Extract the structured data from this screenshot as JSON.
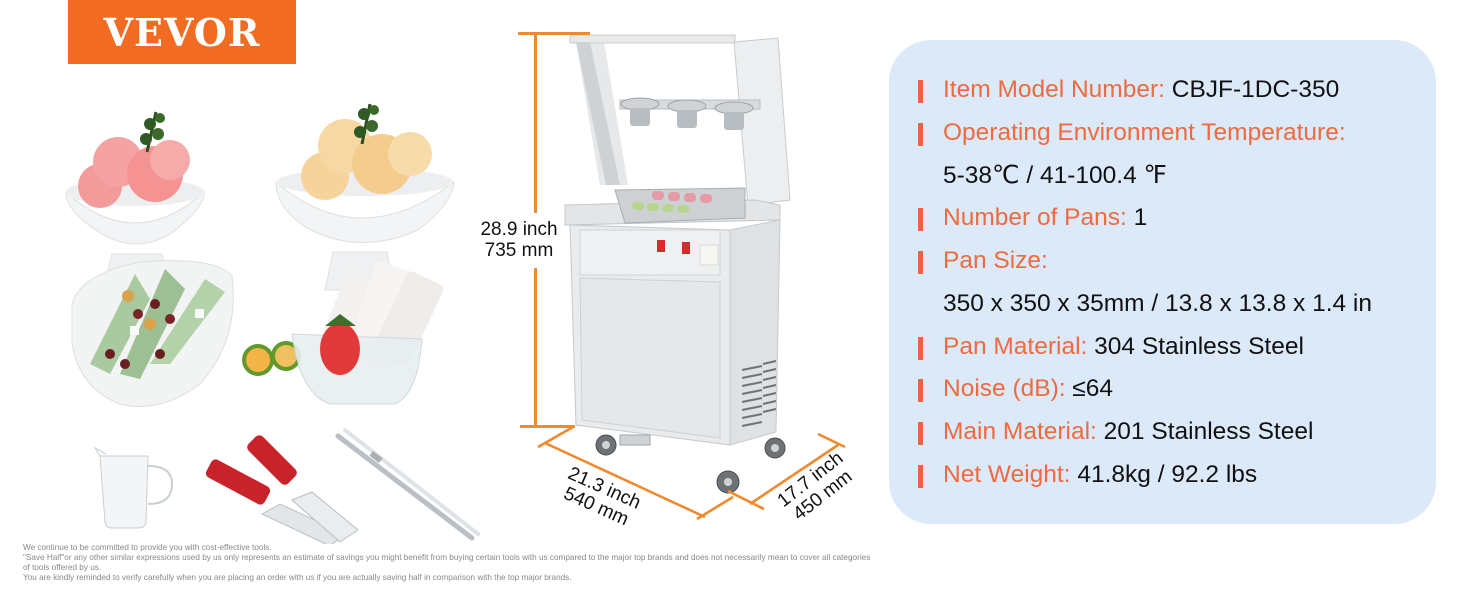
{
  "brand": {
    "logo_text": "VEVOR",
    "logo_color": "#f26b22"
  },
  "product_images": [
    {
      "name": "strawberry-ice-cream-bowl",
      "description": "Pink ice cream scoops in white pedestal bowl"
    },
    {
      "name": "mango-ice-cream-bowl",
      "description": "Yellow ice cream scoops in white pedestal bowl"
    },
    {
      "name": "matcha-rolled-ice-cream-bowl",
      "description": "Green rolled ice cream slices with beans in white bowl"
    },
    {
      "name": "strawberry-rolled-ice-cream-glass",
      "description": "White rolled ice cream with strawberry in glass bowl with lime halves"
    },
    {
      "name": "measuring-cup",
      "description": "Plastic measuring jug"
    },
    {
      "name": "spatulas",
      "description": "Two red-handled scrapers"
    },
    {
      "name": "tongs",
      "description": "Stainless steel tongs"
    }
  ],
  "machine": {
    "description": "Stainless steel fried ice cream roll machine with display shelf, 3 topping pots, single pan, control panel with 2 red switches, vented side, 4 casters"
  },
  "dimensions": {
    "height": {
      "inch": "28.9 inch",
      "mm": "735 mm"
    },
    "width": {
      "inch": "21.3 inch",
      "mm": "540 mm"
    },
    "depth": {
      "inch": "17.7 inch",
      "mm": "450 mm"
    },
    "line_color": "#f08a2c"
  },
  "specs": {
    "accent_color": "#ef6a3e",
    "panel_color": "#dbe9f9",
    "items": [
      {
        "label": "Item Model Number:",
        "value": " CBJF-1DC-350"
      },
      {
        "label": "Operating Environment Temperature:",
        "value": ""
      },
      {
        "label": "",
        "value": "5-38℃  / 41-100.4 ℉"
      },
      {
        "label": "Number of Pans:",
        "value": " 1"
      },
      {
        "label": "Pan Size:",
        "value": ""
      },
      {
        "label": "",
        "value": "350 x 350 x 35mm / 13.8 x 13.8 x 1.4 in"
      },
      {
        "label": "Pan Material:",
        "value": " 304 Stainless Steel"
      },
      {
        "label": "Noise (dB):",
        "value": " ≤64"
      },
      {
        "label": "Main Material:",
        "value": " 201 Stainless Steel"
      },
      {
        "label": "Net Weight:",
        "value": " 41.8kg / 92.2 lbs"
      }
    ]
  },
  "disclaimer": {
    "lines": [
      "We continue to be committed to provide you with cost-effective tools.",
      "\"Save Half\"or any other similar expressions used by us only represents an estimate of savings you might benefit from buying certain tools with us compared to the major top brands and does not necessarily mean to cover all categories",
      "of tools offered by us.",
      "You are kindly reminded to verify carefully when you are placing an order with us if you are actually saving half in comparison with the top major brands."
    ]
  }
}
